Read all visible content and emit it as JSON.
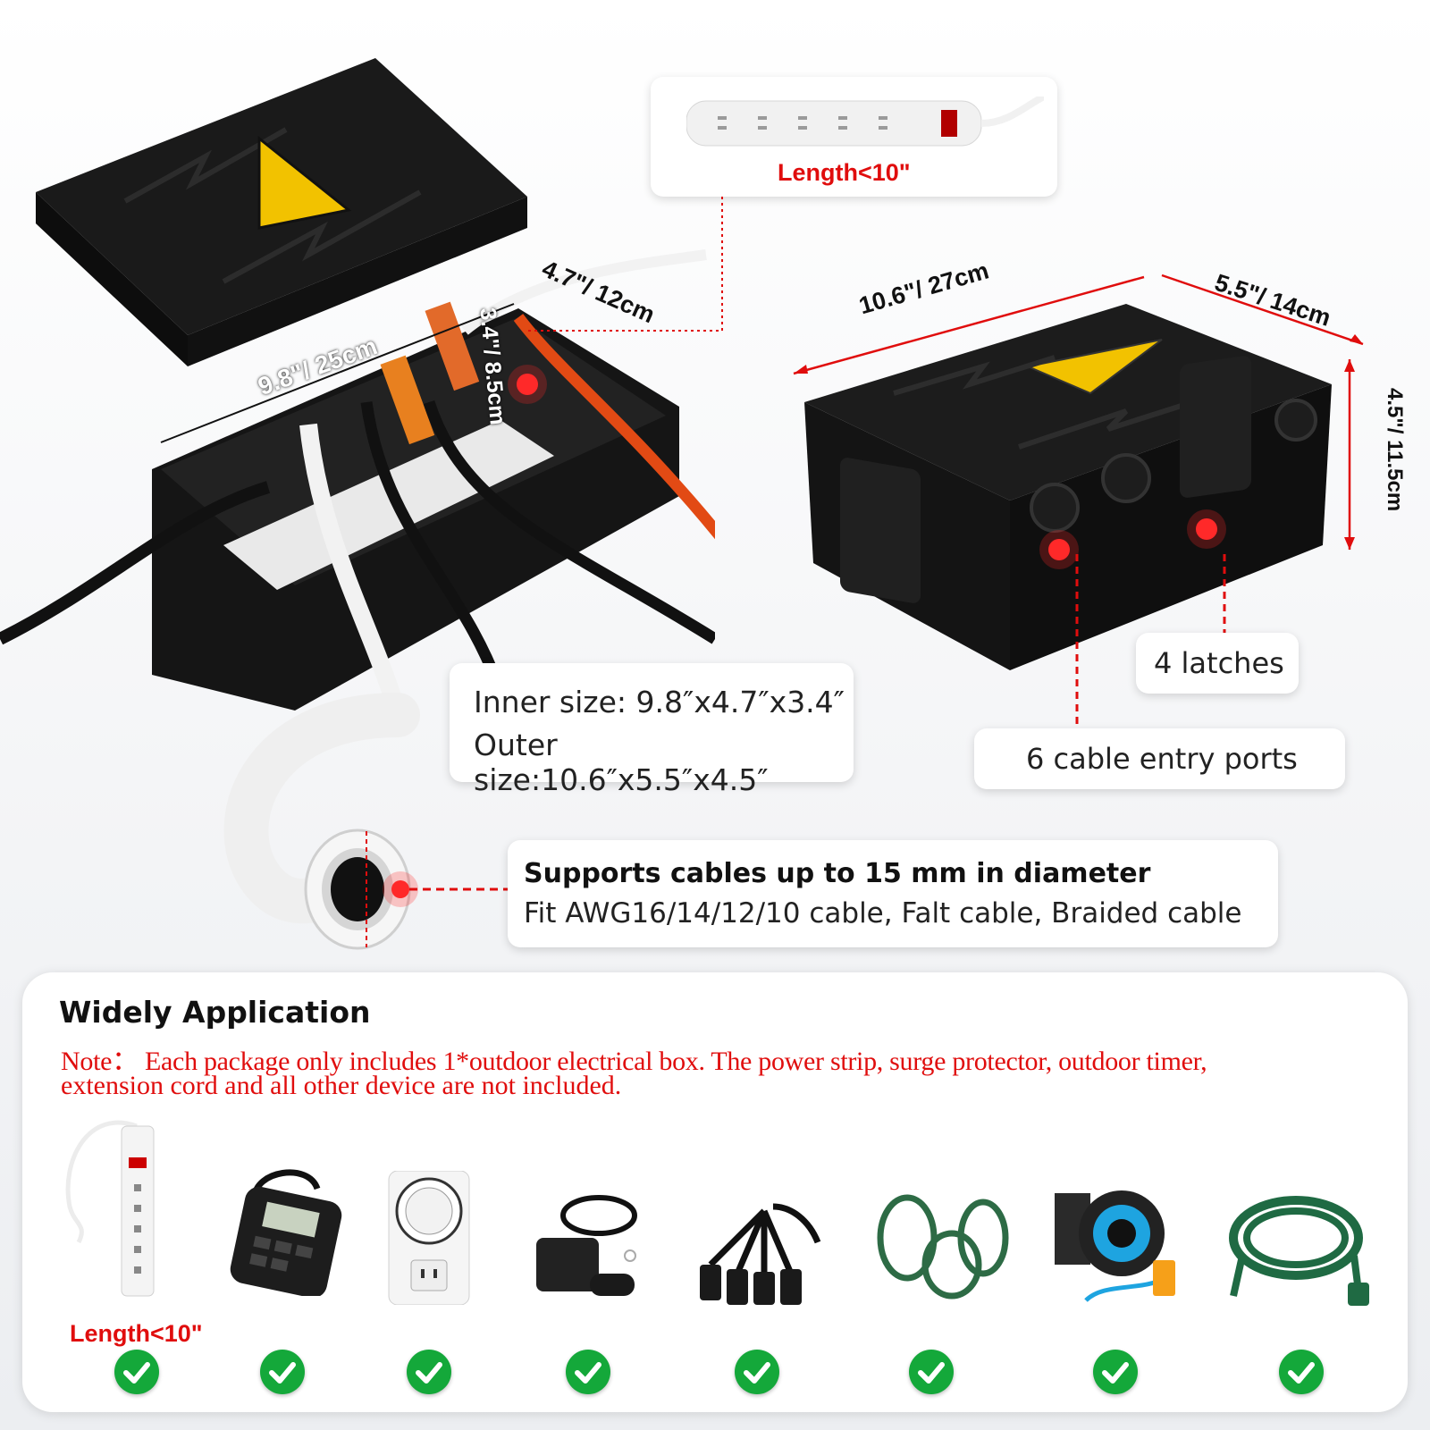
{
  "inner_box": {
    "dims": {
      "length": "9.8\"/ 25cm",
      "width": "4.7\"/ 12cm",
      "height": "3.4\"/ 8.5cm"
    },
    "strip_callout": {
      "length_label": "Length<10\""
    }
  },
  "outer_box": {
    "dims": {
      "length": "10.6\"/ 27cm",
      "width": "5.5\"/ 14cm",
      "height": "4.5\"/ 11.5cm"
    },
    "latches_label": "4 latches",
    "ports_label": "6 cable entry ports"
  },
  "size_info": {
    "inner": "Inner size: 9.8″x4.7″x3.4″",
    "outer": "Outer size:10.6″x5.5″x4.5″"
  },
  "cable_support": {
    "headline": "Supports cables up to 15 mm in diameter",
    "detail": "Fit AWG16/14/12/10 cable, Falt cable, Braided cable"
  },
  "application": {
    "title": "Widely Application",
    "note_line1": "Note：  Each package only includes 1*outdoor electrical box. The power strip, surge protector, outdoor timer,",
    "note_line2": "extension cord and all other device are not included.",
    "strip_length_label": "Length<10\""
  },
  "colors": {
    "accent_red": "#e00d0d",
    "check_green": "#14a83a",
    "box_black": "#161616",
    "warning_yellow": "#f2c200"
  }
}
